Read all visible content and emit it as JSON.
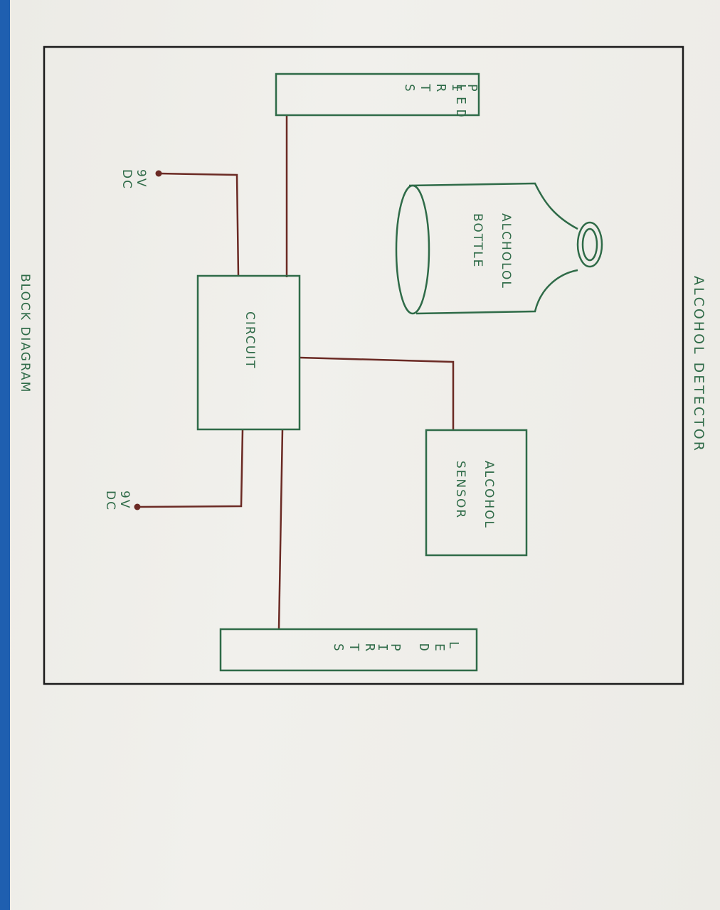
{
  "title": "ALCOHOL DETECTOR",
  "subtitle": "BLOCK DIAGRAM",
  "blocks": {
    "led_strip_top": [
      "L",
      "E",
      "D",
      "S",
      "T",
      "R",
      "I",
      "P"
    ],
    "led_strip_bottom": [
      "L",
      "E",
      "D",
      "S",
      "T",
      "R",
      "I",
      "P"
    ],
    "circuit": "CIRCUIT",
    "alcohol_sensor": [
      "ALCOHOL",
      "SENSOR"
    ],
    "alcohol_bottle": [
      "ALCHOLOL",
      "BOTTLE"
    ]
  },
  "power_top": [
    "9V",
    "DC"
  ],
  "power_bottom": [
    "9V",
    "DC"
  ],
  "colors": {
    "ink_green": "#2f6b48",
    "wire_red": "#6b2a24",
    "frame_black": "#1a1a1a",
    "background_blue": "#1f5fb0"
  }
}
